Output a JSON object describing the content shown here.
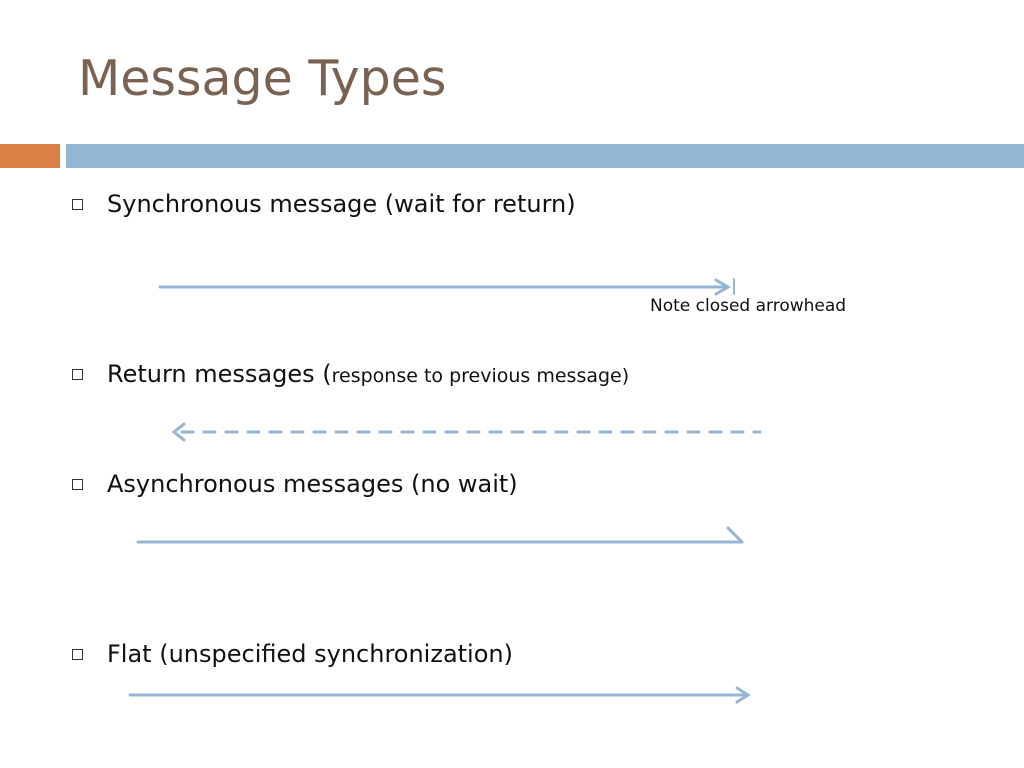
{
  "slide": {
    "title": "Message Types",
    "colors": {
      "title": "#7a6253",
      "orange_bar": "#dd8047",
      "blue_bar": "#94b6d2",
      "arrow": "#94b6d2"
    }
  },
  "bullets": [
    {
      "text": "Synchronous message (wait for return)",
      "small_text": ""
    },
    {
      "text": "Return messages (",
      "small_text": "response to previous message)"
    },
    {
      "text": "Asynchronous messages (no wait)",
      "small_text": ""
    },
    {
      "text": "Flat (unspecified synchronization)",
      "small_text": ""
    }
  ],
  "note": "Note closed arrowhead",
  "arrows": [
    {
      "kind": "synchronous",
      "style": "solid",
      "head": "closed",
      "direction": "right"
    },
    {
      "kind": "return",
      "style": "dashed",
      "head": "open",
      "direction": "left"
    },
    {
      "kind": "asynchronous",
      "style": "solid",
      "head": "half",
      "direction": "right"
    },
    {
      "kind": "flat",
      "style": "solid",
      "head": "open",
      "direction": "right"
    }
  ]
}
